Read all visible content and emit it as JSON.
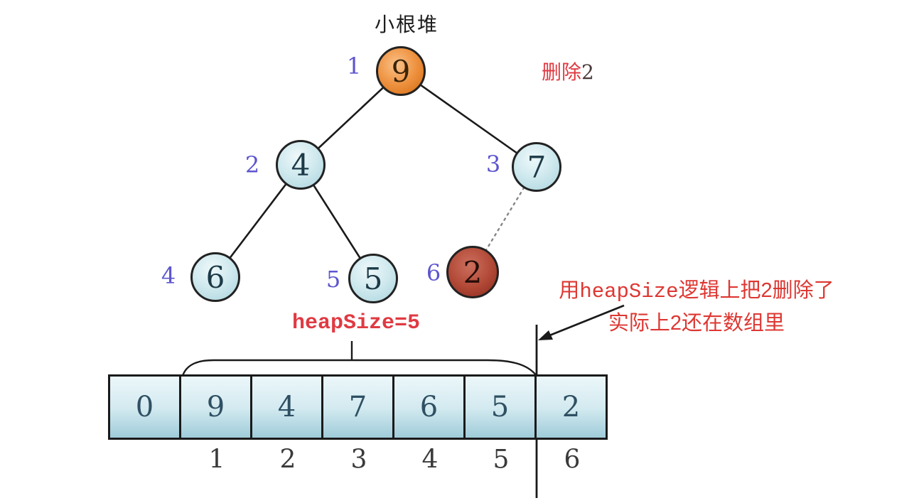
{
  "diagram": {
    "title": "小根堆",
    "delete_label_text": "删除",
    "delete_label_num": "2",
    "heap_size_label": "heapSize=5",
    "note_line1_prefix": "用",
    "note_line1_code": "heapSize",
    "note_line1_suffix": "逻辑上把2删除了",
    "note_line2": "实际上2还在数组里"
  },
  "tree": {
    "nodes": [
      {
        "index_label": "1",
        "value": "9"
      },
      {
        "index_label": "2",
        "value": "4"
      },
      {
        "index_label": "3",
        "value": "7"
      },
      {
        "index_label": "4",
        "value": "6"
      },
      {
        "index_label": "5",
        "value": "5"
      },
      {
        "index_label": "6",
        "value": "2"
      }
    ]
  },
  "array": {
    "cells": [
      "0",
      "9",
      "4",
      "7",
      "6",
      "5",
      "2"
    ],
    "indices": [
      "1",
      "2",
      "3",
      "4",
      "5",
      "6"
    ]
  },
  "colors": {
    "accent_red": "#e03a42",
    "annotation_red": "#de3732",
    "index_blue": "#5d55cf",
    "node_blue": "#cfe9ee",
    "node_orange": "#ee9240",
    "node_deleted_red": "#b34a38"
  }
}
